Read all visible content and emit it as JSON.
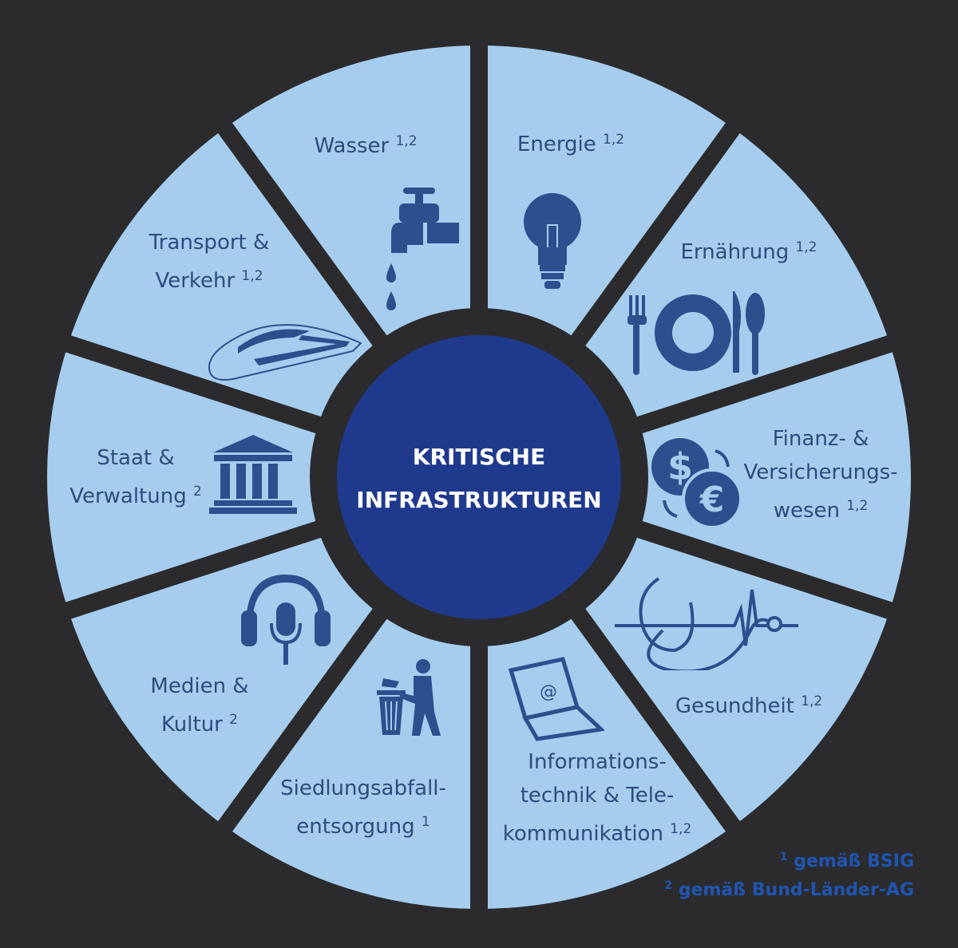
{
  "center": {
    "line1": "KRITISCHE",
    "line2": "INFRASTRUKTUREN"
  },
  "sectors": [
    {
      "id": "wasser",
      "lines": [
        "Wasser"
      ],
      "sup": "1,2",
      "icon": "faucet-icon"
    },
    {
      "id": "energie",
      "lines": [
        "Energie"
      ],
      "sup": "1,2",
      "icon": "lightbulb-icon"
    },
    {
      "id": "ernaehrung",
      "lines": [
        "Ernährung"
      ],
      "sup": "1,2",
      "icon": "plate-cutlery-icon"
    },
    {
      "id": "finanz",
      "lines": [
        "Finanz- &",
        "Versicherungs-",
        "wesen"
      ],
      "sup": "1,2",
      "icon": "currency-exchange-icon"
    },
    {
      "id": "gesundheit",
      "lines": [
        "Gesundheit"
      ],
      "sup": "1,2",
      "icon": "stethoscope-icon"
    },
    {
      "id": "it",
      "lines": [
        "Informations-",
        "technik & Tele-",
        "kommunikation"
      ],
      "sup": "1,2",
      "icon": "laptop-icon"
    },
    {
      "id": "abfall",
      "lines": [
        "Siedlungsabfall-",
        "entsorgung"
      ],
      "sup": "1",
      "icon": "trash-icon"
    },
    {
      "id": "medien",
      "lines": [
        "Medien &",
        "Kultur"
      ],
      "sup": "2",
      "icon": "headphones-microphone-icon"
    },
    {
      "id": "staat",
      "lines": [
        "Staat &",
        "Verwaltung"
      ],
      "sup": "2",
      "icon": "government-building-icon"
    },
    {
      "id": "transport",
      "lines": [
        "Transport &",
        "Verkehr"
      ],
      "sup": "1,2",
      "icon": "train-icon"
    }
  ],
  "icon_glyphs": {
    "dollar": "$",
    "euro": "€",
    "at": "@"
  },
  "footnotes": [
    {
      "mark": "1",
      "text": "gemäß BSIG"
    },
    {
      "mark": "2",
      "text": "gemäß Bund-Länder-AG"
    }
  ],
  "colors": {
    "background": "#2b2b2e",
    "sector": "#a6cdee",
    "icon": "#2d4f8e",
    "center": "#1f3a8c",
    "label": "#2f4a7e",
    "footnote": "#1f55b0"
  }
}
